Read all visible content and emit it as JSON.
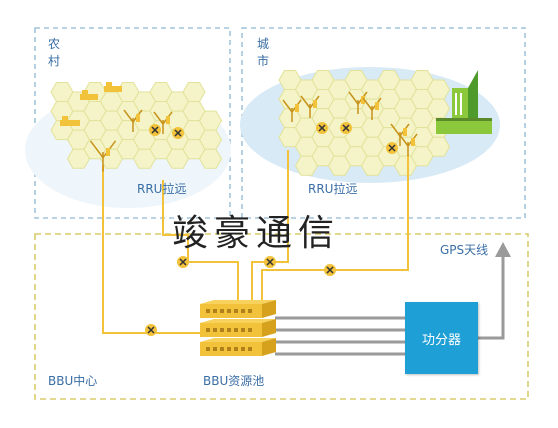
{
  "regions": {
    "rural": "农村",
    "urban": "城市",
    "bbu_center": "BBU中心"
  },
  "labels": {
    "rru_rural": "RRU拉远",
    "rru_urban": "RRU拉远",
    "gps": "GPS天线",
    "bbu_pool": "BBU资源池",
    "splitter": "功分器"
  },
  "watermark": "竣豪通信",
  "colors": {
    "dash": "#8fb6d4",
    "bbu_dash": "#d8cc6a",
    "fiber": "#f2c23a",
    "cell_fill": "#f4f4c8",
    "cell_stroke": "#e2e29a",
    "ellipse": "#d8eaf6",
    "splitter": "#1e9fd6",
    "gray_line": "#9a9a9a",
    "building": "#8cc83c",
    "text": "#3a6ea5"
  }
}
